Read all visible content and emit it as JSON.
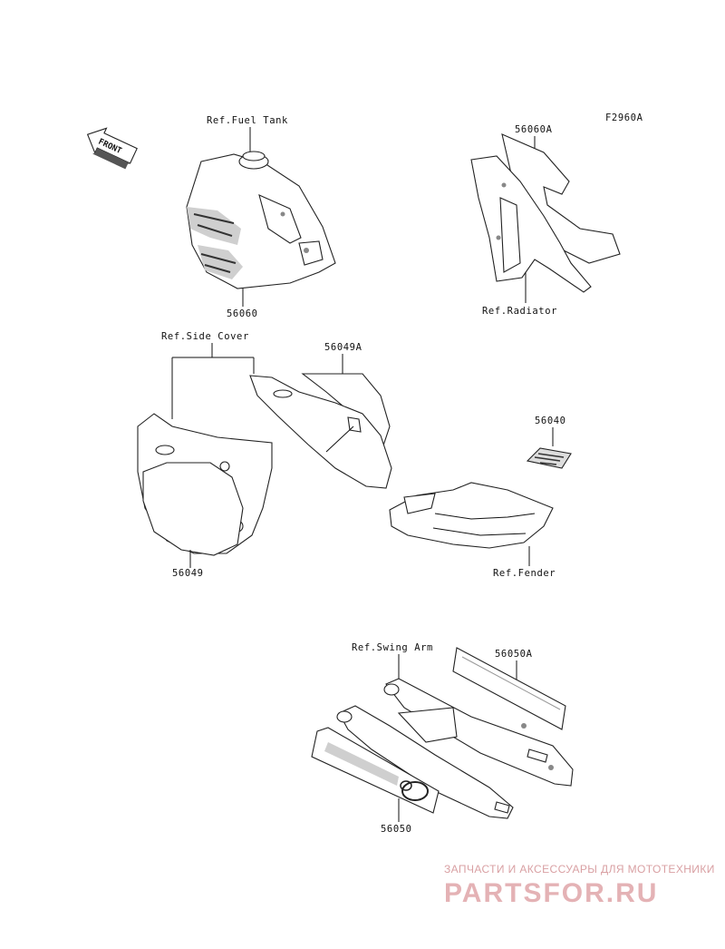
{
  "figure_code": "F2960A",
  "front_label": "FRONT",
  "callouts": {
    "ref_fuel_tank": "Ref.Fuel Tank",
    "part_56060": "56060",
    "part_56060A": "56060A",
    "ref_radiator": "Ref.Radiator",
    "ref_side_cover": "Ref.Side Cover",
    "part_56049A": "56049A",
    "part_56040": "56040",
    "part_56049": "56049",
    "ref_fender": "Ref.Fender",
    "ref_swing_arm": "Ref.Swing Arm",
    "part_56050A": "56050A",
    "part_56050": "56050"
  },
  "watermark": {
    "line1": "ЗАПЧАСТИ И АКСЕССУАРЫ ДЛЯ МОТОТЕХНИКИ",
    "line2": "PARTSFOR.RU"
  }
}
